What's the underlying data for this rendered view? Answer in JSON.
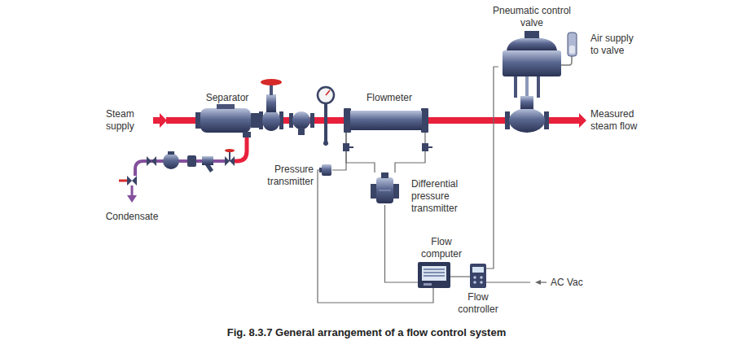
{
  "diagram": {
    "caption": "Fig. 8.3.7 General arrangement of a flow control system",
    "nodes": [
      {
        "text": [
          "Separator"
        ]
      },
      {
        "text": [
          "Flowmeter"
        ]
      },
      {
        "text": [
          "Pneumatic control valve"
        ]
      },
      {
        "text": [
          "Pressure transmitter"
        ]
      },
      {
        "text": [
          "Differential pressure transmitter"
        ]
      },
      {
        "text": [
          "Flow computer"
        ]
      },
      {
        "text": [
          "Flow controller"
        ]
      }
    ],
    "edges": [
      {
        "from": 0,
        "to": 1,
        "arrow": "none"
      },
      {
        "from": 1,
        "to": 2,
        "arrow": "none"
      },
      {
        "from": 1,
        "to": 4,
        "arrow": "none"
      },
      {
        "from": 1,
        "to": 4,
        "arrow": "none"
      },
      {
        "from": 1,
        "to": 3,
        "arrow": "none"
      },
      {
        "from": 3,
        "to": 5,
        "arrow": "none"
      },
      {
        "from": 4,
        "to": 5,
        "arrow": "none"
      },
      {
        "from": 5,
        "to": 6,
        "arrow": "none"
      },
      {
        "from": 6,
        "to": 2,
        "arrow": "none"
      }
    ],
    "labels": [
      "Steam supply",
      "Measured steam flow",
      "Air supply to valve",
      "Condensate",
      "AC Vac"
    ]
  }
}
